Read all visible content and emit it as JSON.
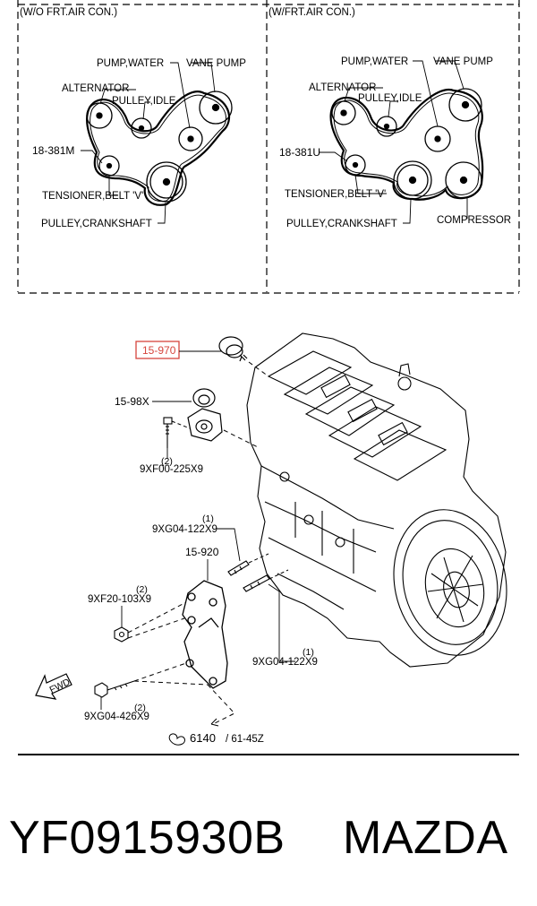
{
  "top_panel": {
    "left": {
      "section_title": "(W/O FRT.AIR CON.)",
      "labels": {
        "pump_water": "PUMP,WATER",
        "vane_pump": "VANE PUMP",
        "alternator": "ALTERNATOR",
        "pulley_idle": "PULLEY,IDLE",
        "belt_code": "18-381M",
        "tensioner": "TENSIONER,BELT 'V'",
        "crankshaft": "PULLEY,CRANKSHAFT"
      }
    },
    "right": {
      "section_title": "(W/FRT.AIR CON.)",
      "labels": {
        "pump_water": "PUMP,WATER",
        "vane_pump": "VANE PUMP",
        "alternator": "ALTERNATOR",
        "pulley_idle": "PULLEY,IDLE",
        "belt_code": "18-381U",
        "tensioner": "TENSIONER,BELT 'V'",
        "crankshaft": "PULLEY,CRANKSHAFT",
        "compressor": "COMPRESSOR"
      }
    }
  },
  "engine": {
    "highlighted_part": "15-970",
    "part_15_98x": "15-98X",
    "bolt_9xf00_qty": "(2)",
    "bolt_9xf00": "9XF00-225X9",
    "stud_upper_qty": "(1)",
    "stud_upper": "9XG04-122X9",
    "bracket": "15-920",
    "nut_qty": "(2)",
    "nut": "9XF20-103X9",
    "stud_lower_qty": "(1)",
    "stud_lower": "9XG04-122X9",
    "fwd": "FWD",
    "bolt_long_qty": "(2)",
    "bolt_long": "9XG04-426X9",
    "ref_main": "6140",
    "ref_sub": "/ 61-45Z"
  },
  "footer": {
    "part_number": "YF0915930B",
    "brand": "MAZDA"
  },
  "colors": {
    "highlight": "#d6453d",
    "line": "#000000"
  }
}
